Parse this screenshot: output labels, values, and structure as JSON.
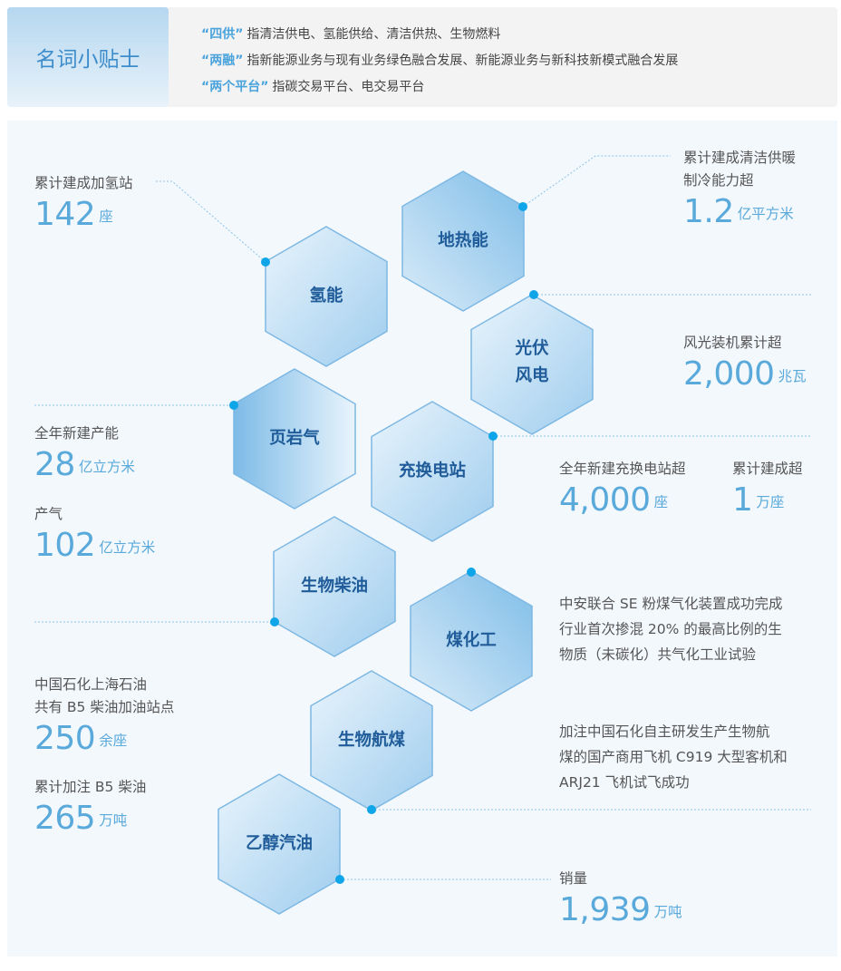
{
  "tips": {
    "title": "名词小贴士",
    "lines": [
      {
        "term": "“四供”",
        "text": "指清洁供电、氢能供给、清洁供热、生物燃料"
      },
      {
        "term": "“两融”",
        "text": "指新能源业务与现有业务绿色融合发展、新能源业务与新科技新模式融合发展"
      },
      {
        "term": "“两个平台”",
        "text": "指碳交易平台、电交易平台"
      }
    ]
  },
  "hexagons": [
    "氢能",
    "地热能",
    "光伏",
    "风电",
    "页岩气",
    "充换电站",
    "生物柴油",
    "煤化工",
    "生物航煤",
    "乙醇汽油"
  ],
  "stats": {
    "hydrogen": {
      "label": "累计建成加氢站",
      "value": "142",
      "unit": "座"
    },
    "geothermal": {
      "label1": "累计建成清洁供暖",
      "label2": "制冷能力超",
      "value": "1.2",
      "unit": "亿平方米"
    },
    "pv_wind": {
      "label": "风光装机累计超",
      "value": "2,000",
      "unit": "兆瓦"
    },
    "shale_capacity": {
      "label": "全年新建产能",
      "value": "28",
      "unit": "亿立方米"
    },
    "shale_output": {
      "label": "产气",
      "value": "102",
      "unit": "亿立方米"
    },
    "charging_new": {
      "label": "全年新建充换电站超",
      "value": "4,000",
      "unit": "座"
    },
    "charging_total": {
      "label": "累计建成超",
      "value": "1",
      "unit": "万座"
    },
    "coal_chem": {
      "lines": [
        "中安联合 SE 粉煤气化装置成功完成",
        "行业首次掺混 20% 的最高比例的生",
        "物质（未碳化）共气化工业试验"
      ]
    },
    "biodiesel_sites": {
      "label1": "中国石化上海石油",
      "label2": "共有 B5 柴油加油站点",
      "value": "250",
      "unit": "余座"
    },
    "biodiesel_volume": {
      "label": "累计加注 B5 柴油",
      "value": "265",
      "unit": "万吨"
    },
    "bio_jet": {
      "lines": [
        "加注中国石化自主研发生产生物航",
        "煤的国产商用飞机 C919 大型客机和",
        "ARJ21 飞机试飞成功"
      ]
    },
    "ethanol": {
      "label": "销量",
      "value": "1,939",
      "unit": "万吨"
    }
  },
  "colors": {
    "accent": "#5aa9db",
    "dot": "#0ea5e9",
    "hex_text": "#1f5c99",
    "panel": "#f3f8fd"
  }
}
